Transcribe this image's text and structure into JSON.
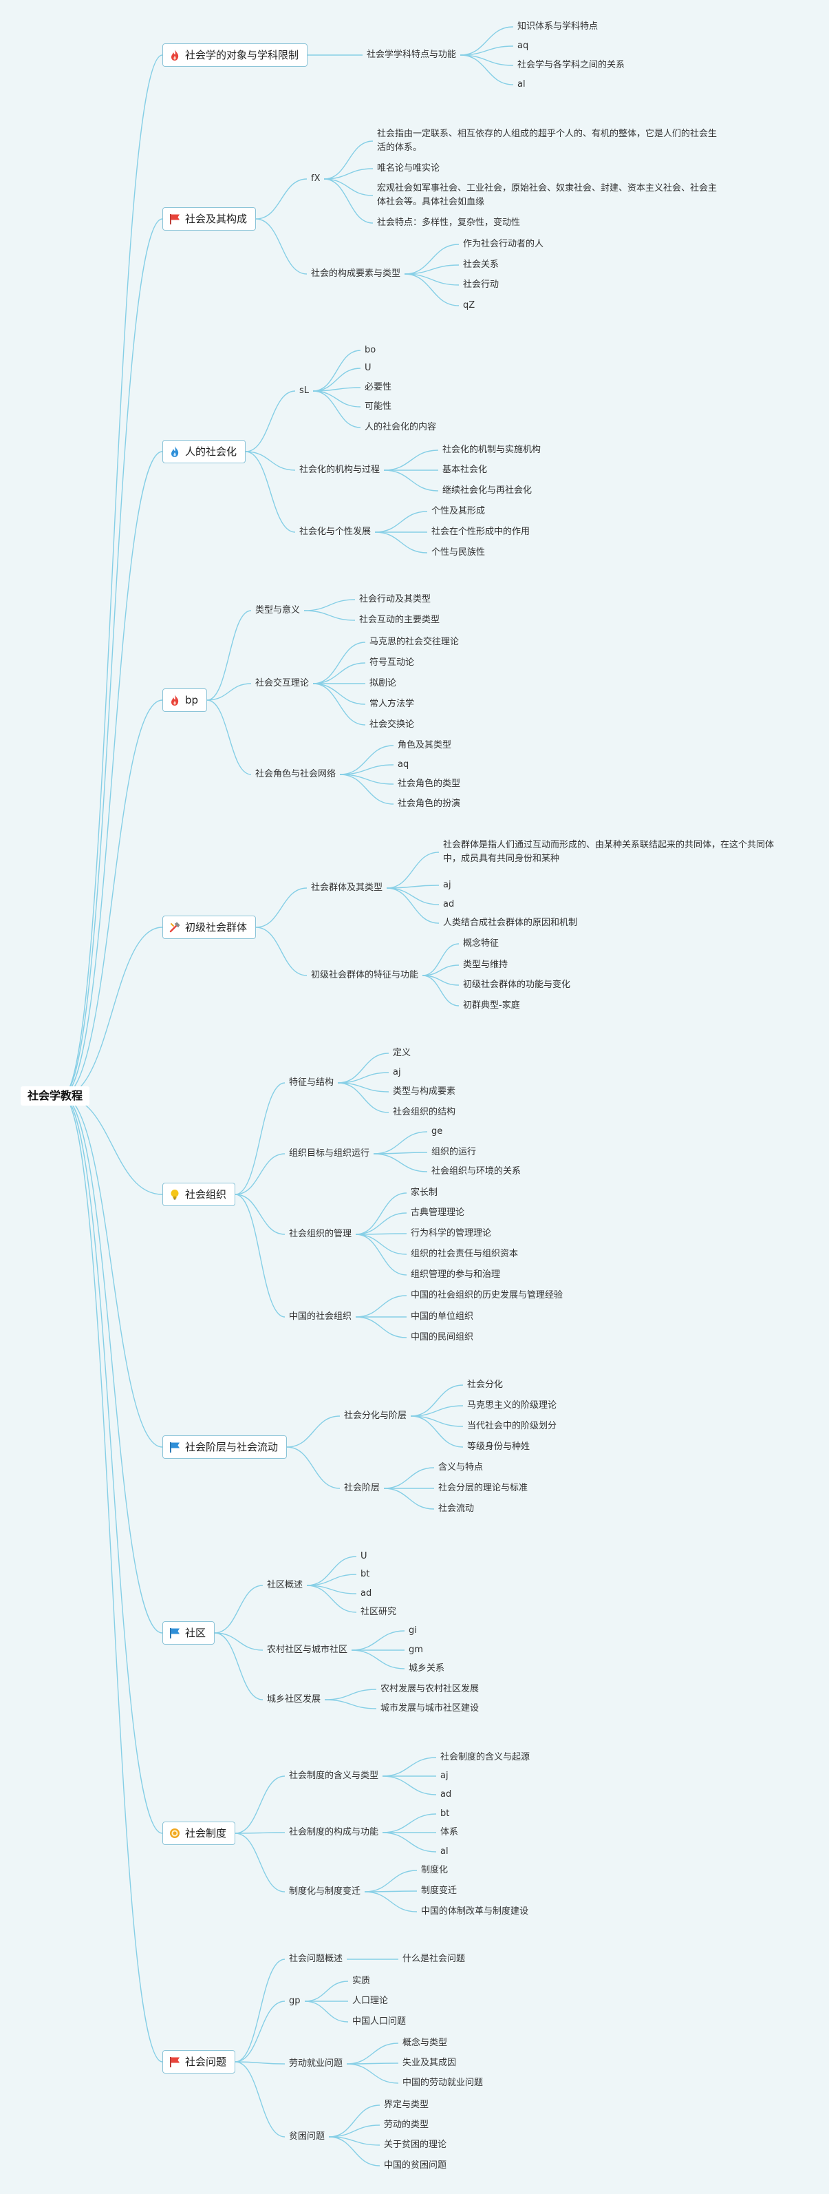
{
  "root": "社会学教程",
  "colors": {
    "line": "#86cfe6",
    "flame_red": "#e8433a",
    "flame_blue": "#2f8fd8",
    "flag_red": "#e8433a",
    "flag_blue": "#2f8fd8",
    "bulb": "#f5c518",
    "medal": "#f1a71e"
  },
  "topics": [
    {
      "label": "社会学的对象与学科限制",
      "icon": "flame-red-icon",
      "subs": [
        {
          "label": "社会学学科特点与功能",
          "leaves": [
            "知识体系与学科特点",
            "aq",
            "社会学与各学科之间的关系",
            "al"
          ]
        }
      ]
    },
    {
      "label": "社会及其构成",
      "icon": "flag-red-icon",
      "subs": [
        {
          "label": "fX",
          "leaves": [
            "社会指由一定联系、相互依存的人组成的超乎个人的、有机的整体，它是人们的社会生活的体系。",
            "唯名论与唯实论",
            "宏观社会如军事社会、工业社会，原始社会、奴隶社会、封建、资本主义社会、社会主体社会等。具体社会如血缘",
            "社会特点：多样性，复杂性，变动性"
          ]
        },
        {
          "label": "社会的构成要素与类型",
          "leaves": [
            "作为社会行动者的人",
            "社会关系",
            "社会行动",
            "qZ"
          ]
        }
      ]
    },
    {
      "label": "人的社会化",
      "icon": "flame-blue-icon",
      "subs": [
        {
          "label": "sL",
          "leaves": [
            "bo",
            "U",
            "必要性",
            "可能性",
            "人的社会化的内容"
          ]
        },
        {
          "label": "社会化的机构与过程",
          "leaves": [
            "社会化的机制与实施机构",
            "基本社会化",
            "继续社会化与再社会化"
          ]
        },
        {
          "label": "社会化与个性发展",
          "leaves": [
            "个性及其形成",
            "社会在个性形成中的作用",
            "个性与民族性"
          ]
        }
      ]
    },
    {
      "label": "bp",
      "icon": "flame-red-icon",
      "subs": [
        {
          "label": "类型与意义",
          "leaves": [
            "社会行动及其类型",
            "社会互动的主要类型"
          ]
        },
        {
          "label": "社会交互理论",
          "leaves": [
            "马克思的社会交往理论",
            "符号互动论",
            "拟剧论",
            "常人方法学",
            "社会交换论"
          ]
        },
        {
          "label": "社会角色与社会网络",
          "leaves": [
            "角色及其类型",
            "aq",
            "社会角色的类型",
            "社会角色的扮演"
          ]
        }
      ]
    },
    {
      "label": "初级社会群体",
      "icon": "tools-icon",
      "subs": [
        {
          "label": "社会群体及其类型",
          "leaves": [
            "社会群体是指人们通过互动而形成的、由某种关系联结起来的共同体，在这个共同体中，成员具有共同身份和某种",
            "aj",
            "ad",
            "人类结合成社会群体的原因和机制"
          ]
        },
        {
          "label": "初级社会群体的特征与功能",
          "leaves": [
            "概念特征",
            "类型与维持",
            "初级社会群体的功能与变化",
            "初群典型-家庭"
          ]
        }
      ]
    },
    {
      "label": "社会组织",
      "icon": "bulb-icon",
      "subs": [
        {
          "label": "特征与结构",
          "leaves": [
            "定义",
            "aj",
            "类型与构成要素",
            "社会组织的结构"
          ]
        },
        {
          "label": "组织目标与组织运行",
          "leaves": [
            "ge",
            "组织的运行",
            "社会组织与环境的关系"
          ]
        },
        {
          "label": "社会组织的管理",
          "leaves": [
            "家长制",
            "古典管理理论",
            "行为科学的管理理论",
            "组织的社会责任与组织资本",
            "组织管理的参与和治理"
          ]
        },
        {
          "label": "中国的社会组织",
          "leaves": [
            "中国的社会组织的历史发展与管理经验",
            "中国的单位组织",
            "中国的民间组织"
          ]
        }
      ]
    },
    {
      "label": "社会阶层与社会流动",
      "icon": "flag-blue-icon",
      "subs": [
        {
          "label": "社会分化与阶层",
          "leaves": [
            "社会分化",
            "马克思主义的阶级理论",
            "当代社会中的阶级划分",
            "等级身份与种姓"
          ]
        },
        {
          "label": "社会阶层",
          "leaves": [
            "含义与特点",
            "社会分层的理论与标准",
            "社会流动"
          ]
        }
      ]
    },
    {
      "label": "社区",
      "icon": "flag-blue-icon",
      "subs": [
        {
          "label": "社区概述",
          "leaves": [
            "U",
            "bt",
            "ad",
            "社区研究"
          ]
        },
        {
          "label": "农村社区与城市社区",
          "leaves": [
            "gi",
            "gm",
            "城乡关系"
          ]
        },
        {
          "label": "城乡社区发展",
          "leaves": [
            "农村发展与农村社区发展",
            "城市发展与城市社区建设"
          ]
        }
      ]
    },
    {
      "label": "社会制度",
      "icon": "medal-icon",
      "subs": [
        {
          "label": "社会制度的含义与类型",
          "leaves": [
            "社会制度的含义与起源",
            "aj",
            "ad"
          ]
        },
        {
          "label": "社会制度的构成与功能",
          "leaves": [
            "bt",
            "体系",
            "al"
          ]
        },
        {
          "label": "制度化与制度变迁",
          "leaves": [
            "制度化",
            "制度变迁",
            "中国的体制改革与制度建设"
          ]
        }
      ]
    },
    {
      "label": "社会问题",
      "icon": "flag-red-icon",
      "subs": [
        {
          "label": "社会问题概述",
          "leaves": [
            "什么是社会问题"
          ]
        },
        {
          "label": "gp",
          "leaves": [
            "实质",
            "人口理论",
            "中国人口问题"
          ]
        },
        {
          "label": "劳动就业问题",
          "leaves": [
            "概念与类型",
            "失业及其成因",
            "中国的劳动就业问题"
          ]
        },
        {
          "label": "贫困问题",
          "leaves": [
            "界定与类型",
            "劳动的类型",
            "关于贫困的理论",
            "中国的贫困问题"
          ]
        }
      ]
    }
  ]
}
